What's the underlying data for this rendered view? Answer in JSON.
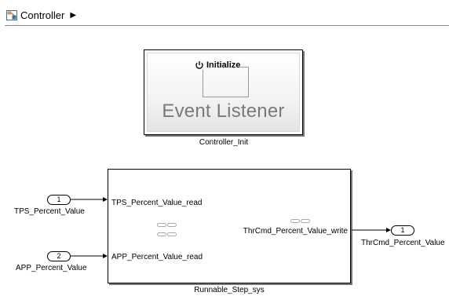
{
  "breadcrumb": {
    "model_name": "Controller"
  },
  "init_block": {
    "event_label": "Initialize",
    "title": "Event Listener",
    "name": "Controller_Init"
  },
  "runnable": {
    "name": "Runnable_Step_sys",
    "inputs": [
      "TPS_Percent_Value_read",
      "APP_Percent_Value_read"
    ],
    "outputs": [
      "ThrCmd_Percent_Value_write"
    ]
  },
  "inports": [
    {
      "number": "1",
      "name": "TPS_Percent_Value"
    },
    {
      "number": "2",
      "name": "APP_Percent_Value"
    }
  ],
  "outports": [
    {
      "number": "1",
      "name": "ThrCmd_Percent_Value"
    }
  ]
}
